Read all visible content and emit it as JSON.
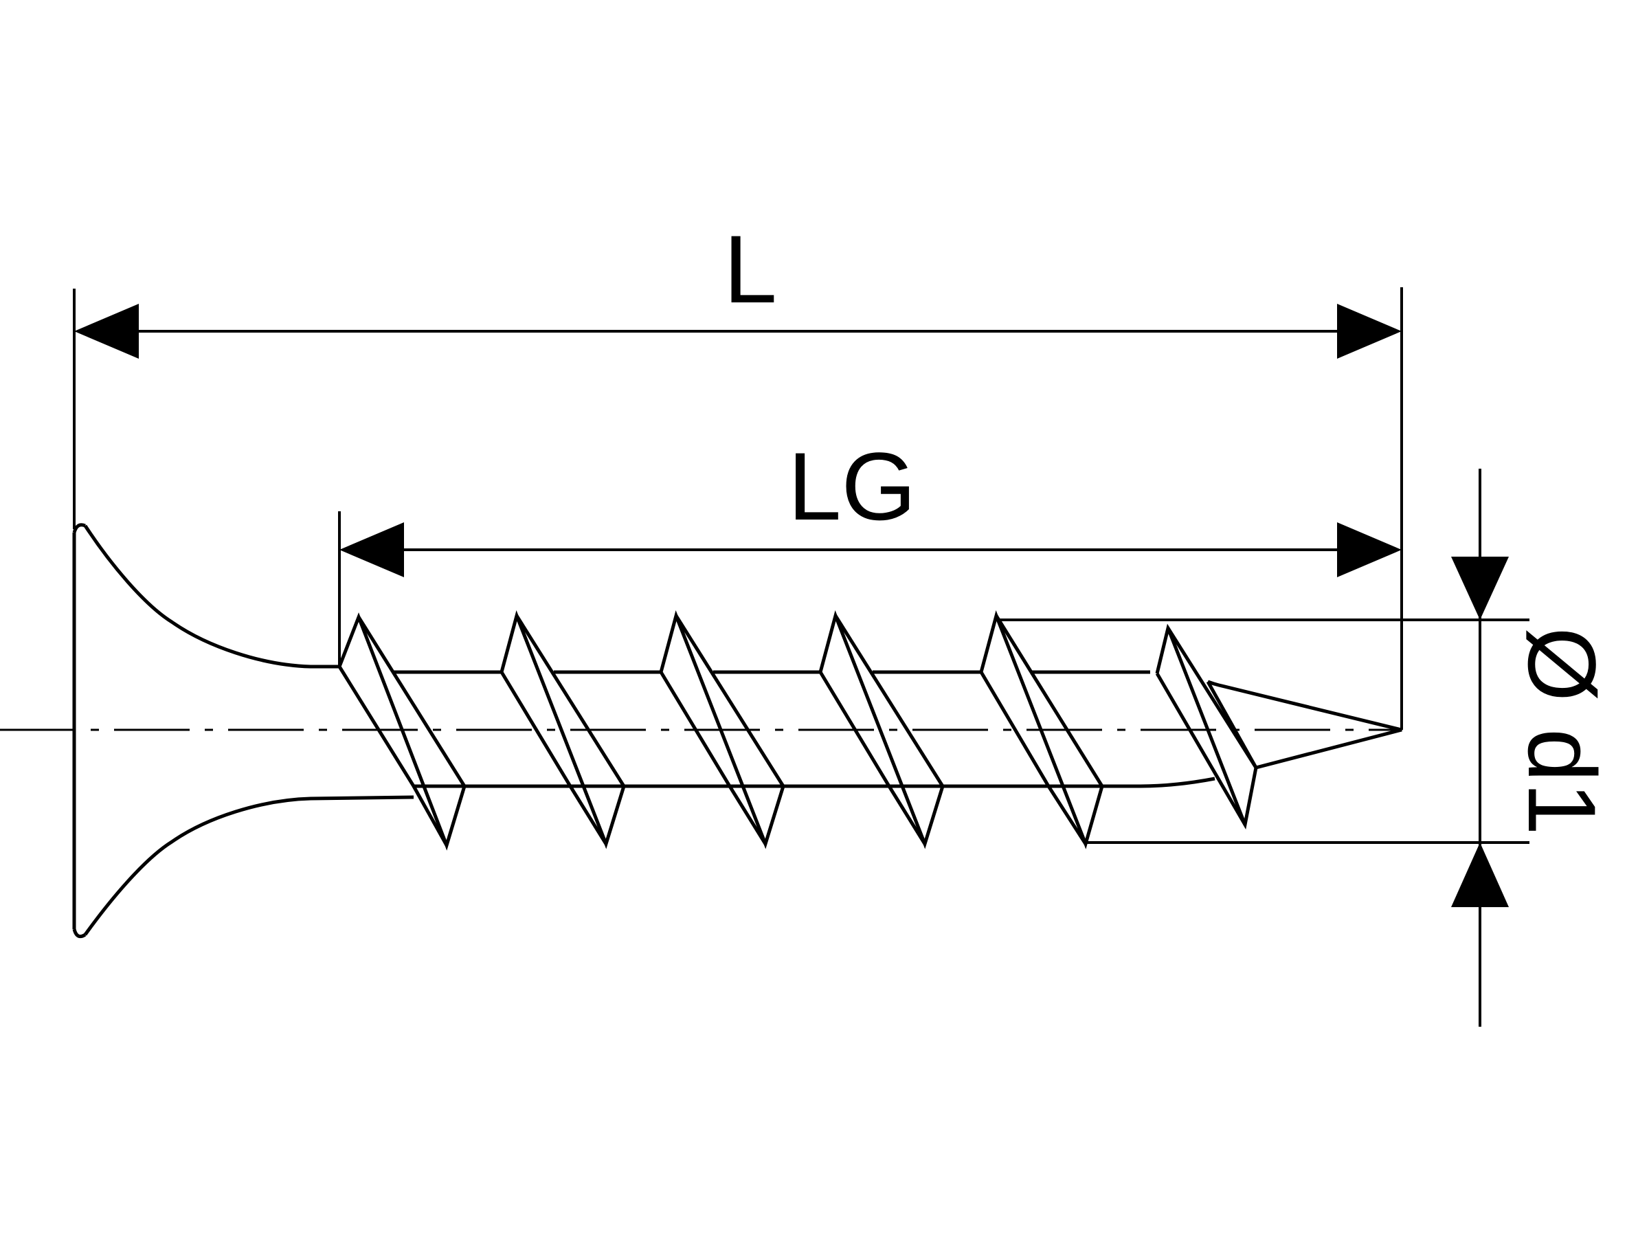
{
  "labels": {
    "length": "L",
    "thread_length": "LG",
    "diameter": "Ø d1"
  },
  "colors": {
    "line": "#000000",
    "background": "#ffffff"
  }
}
